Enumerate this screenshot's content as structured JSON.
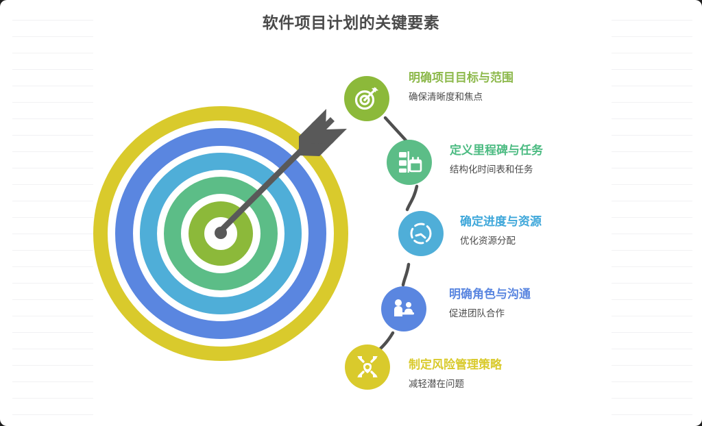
{
  "header": {
    "title": "软件项目计划的关键要素"
  },
  "colors": {
    "title_text": "#4a4a4a",
    "subtitle_text": "#4a4a4a",
    "connector": "#4f4f4f",
    "arrow": "#595959",
    "ring_outer_yellow": "#d9ca2c",
    "ring_blue": "#5a86e0",
    "ring_lightblue": "#4faed8",
    "ring_teal": "#5cbd87",
    "ring_center_green": "#8cb93a",
    "background": "#ffffff"
  },
  "target": {
    "label": "target-bullseye-with-arrow",
    "rings": [
      {
        "name": "ring-yellow",
        "color": "#d9ca2c"
      },
      {
        "name": "ring-blue",
        "color": "#5a86e0"
      },
      {
        "name": "ring-light-blue",
        "color": "#4faed8"
      },
      {
        "name": "ring-teal-green",
        "color": "#5cbd87"
      },
      {
        "name": "ring-center-green",
        "color": "#8cb93a"
      }
    ]
  },
  "steps": [
    {
      "icon": "target-dart-icon",
      "title": "明确项目目标与范围",
      "subtitle": "确保清晰度和焦点",
      "color": "#8cb93a",
      "title_color": "#8cb84a"
    },
    {
      "icon": "calendar-checklist-icon",
      "title": "定义里程碑与任务",
      "subtitle": "结构化时间表和任务",
      "color": "#5cbd87",
      "title_color": "#4cbb82"
    },
    {
      "icon": "clock-gauge-icon",
      "title": "确定进度与资源",
      "subtitle": "优化资源分配",
      "color": "#4faed8",
      "title_color": "#3ea7da"
    },
    {
      "icon": "team-presentation-icon",
      "title": "明确角色与沟通",
      "subtitle": "促进团队合作",
      "color": "#5a86e0",
      "title_color": "#5a86e0"
    },
    {
      "icon": "risk-shield-icon",
      "title": "制定风险管理策略",
      "subtitle": "减轻潜在问题",
      "color": "#d9ca2c",
      "title_color": "#d9ca2c"
    }
  ]
}
